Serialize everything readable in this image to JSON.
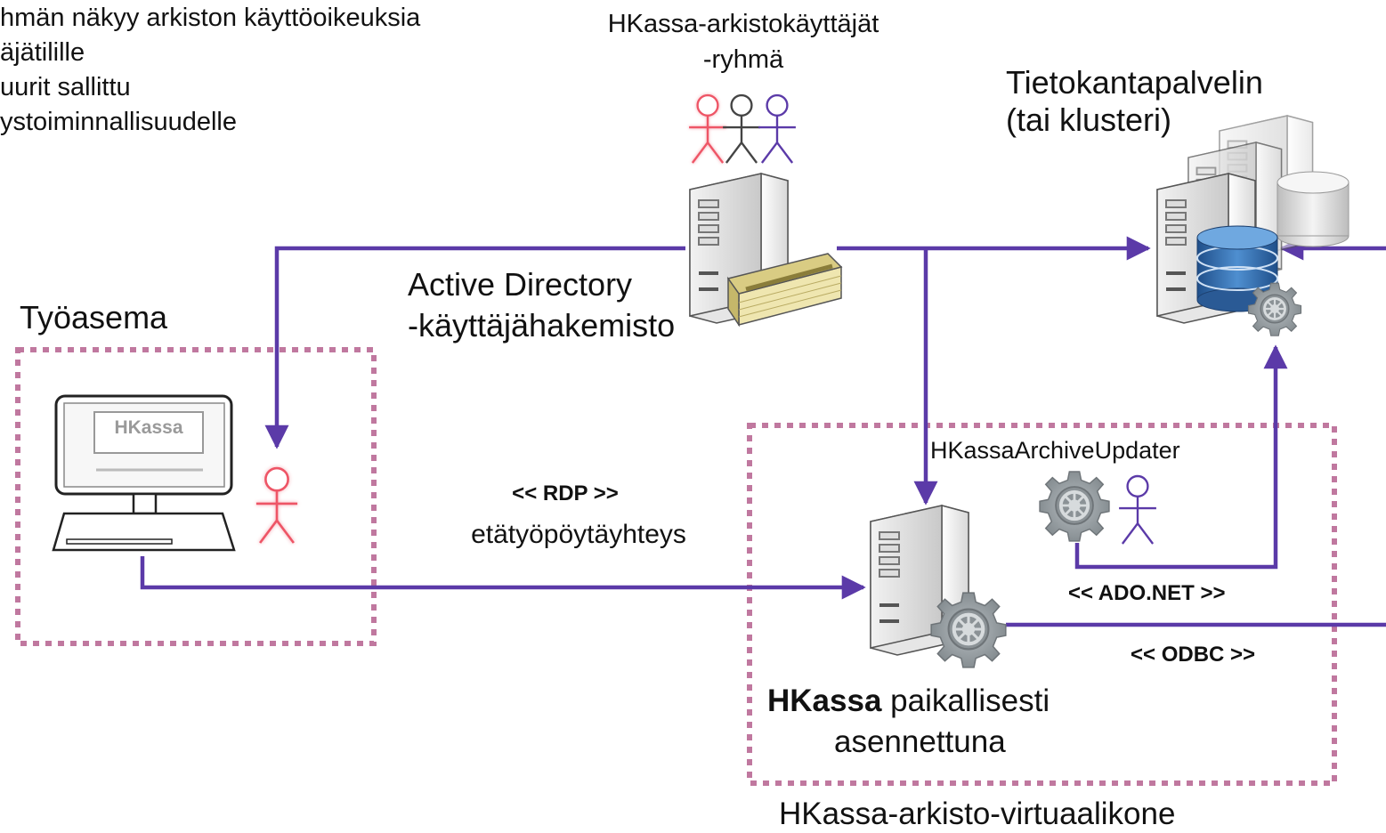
{
  "notes": [
    "hmän näkyy arkiston käyttöoikeuksia",
    "äjätilille",
    "uurit sallittu",
    "ystoiminnallisuudelle"
  ],
  "group": {
    "line1": "HKassa-arkistokäyttäjät",
    "line2": "-ryhmä"
  },
  "database": {
    "line1": "Tietokantapalvelin",
    "line2": "(tai klusteri)"
  },
  "active_directory": {
    "line1": "Active Directory",
    "line2": "-käyttäjähakemisto"
  },
  "workstation": {
    "title": "Työasema",
    "screen_text": "HKassa"
  },
  "rdp": {
    "protocol": "<< RDP >>",
    "description": "etätyöpöytäyhteys"
  },
  "vm": {
    "service_label": "HKassaArchiveUpdater",
    "ado_label": "<< ADO.NET >>",
    "odbc_label": "<< ODBC >>",
    "hkassa_bold": "HKassa",
    "hkassa_rest": " paikallisesti",
    "hkassa_line2": "asennettuna",
    "caption": "HKassa-arkisto-virtuaalikone"
  },
  "colors": {
    "connector": "#5b3aa8",
    "boundary": "#c0789f",
    "user_red": "#ee5566",
    "user_blue": "#5b3aa8",
    "gear": "#8a9196"
  }
}
